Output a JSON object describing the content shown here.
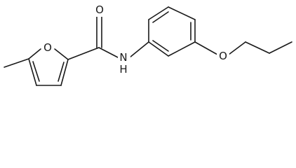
{
  "molecule": {
    "atom_labels": {
      "furan_oxygen": "O",
      "carbonyl_oxygen": "O",
      "amide_nitrogen": "N",
      "amide_hydrogen": "H",
      "ether_oxygen": "O"
    }
  }
}
